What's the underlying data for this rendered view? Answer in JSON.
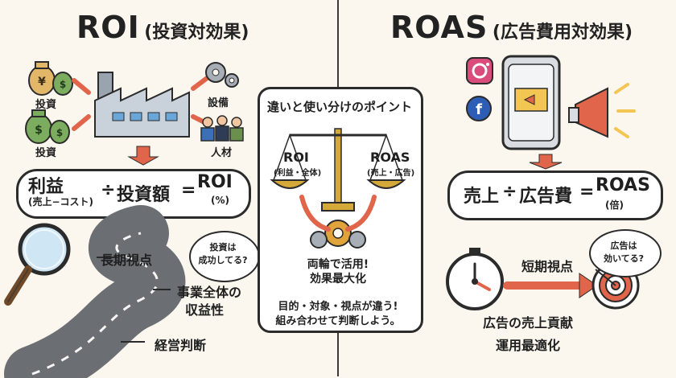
{
  "roi": {
    "title_main": "ROI",
    "title_sub": "(投資対効果)",
    "labels": {
      "investment_1": "投資",
      "investment_2": "投資",
      "equipment": "設備",
      "talent": "人材"
    },
    "formula": {
      "left_main": "利益",
      "left_sub": "(売上−コスト)",
      "divider": "÷",
      "right_main": "投資額",
      "equals": "=",
      "result": "ROI",
      "result_sub": "(%)"
    },
    "bubble": "投資は\n成功してる?",
    "bottom_labels": {
      "long_term": "長期視点",
      "whole_profit_1": "事業全体の",
      "whole_profit_2": "収益性",
      "management": "経営判断"
    }
  },
  "roas": {
    "title_main": "ROAS",
    "title_sub": "(広告費用対効果)",
    "formula": {
      "left_main": "売上",
      "divider": "÷",
      "right_main": "広告費",
      "equals": "=",
      "result": "ROAS",
      "result_sub": "(倍)"
    },
    "bubble": "広告は\n効いてる?",
    "bottom_labels": {
      "short_term": "短期視点",
      "ad_contribution": "広告の売上貢献",
      "operation": "運用最適化"
    }
  },
  "center": {
    "title": "違いと使い分けのポイント",
    "left_pan_main": "ROI",
    "left_pan_sub": "(利益・全体)",
    "right_pan_main": "ROAS",
    "right_pan_sub": "(売上・広告)",
    "line1": "両輪で活用!",
    "line2": "効果最大化",
    "line3": "目的・対象・視点が違う!",
    "line4": "組み合わせて判断しよう。"
  },
  "colors": {
    "accent_red": "#e0654b",
    "accent_gold": "#d5a83a",
    "line_dark": "#2b2b2b"
  }
}
